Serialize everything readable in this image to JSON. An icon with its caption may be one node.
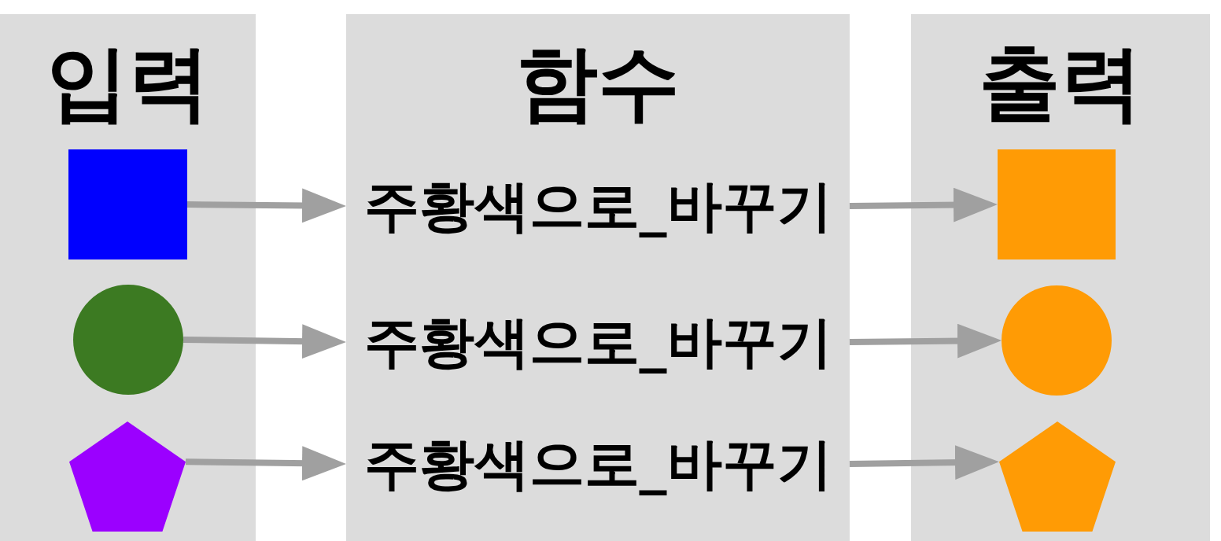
{
  "diagram": {
    "nodes": [
      {
        "text": [
          "입력"
        ]
      },
      {
        "text": [],
        "shape": "square",
        "in": 0
      },
      {
        "text": [],
        "shape": "circle",
        "in": 0
      },
      {
        "text": [],
        "shape": "pentagon",
        "in": 0
      },
      {
        "text": [
          "함수"
        ]
      },
      {
        "text": [
          "주황색으로_바꾸기"
        ],
        "in": 4
      },
      {
        "text": [
          "주황색으로_바꾸기"
        ],
        "in": 4
      },
      {
        "text": [
          "주황색으로_바꾸기"
        ],
        "in": 4
      },
      {
        "text": [
          "출력"
        ]
      },
      {
        "text": [],
        "shape": "square",
        "in": 8
      },
      {
        "text": [],
        "shape": "circle",
        "in": 8
      },
      {
        "text": [],
        "shape": "pentagon",
        "in": 8
      }
    ],
    "edges": [
      {
        "from": 1,
        "to": 5,
        "arrow": "to"
      },
      {
        "from": 5,
        "to": 9,
        "arrow": "to"
      },
      {
        "from": 2,
        "to": 6,
        "arrow": "to"
      },
      {
        "from": 6,
        "to": 10,
        "arrow": "to"
      },
      {
        "from": 3,
        "to": 7,
        "arrow": "to"
      },
      {
        "from": 7,
        "to": 11,
        "arrow": "to"
      }
    ]
  }
}
